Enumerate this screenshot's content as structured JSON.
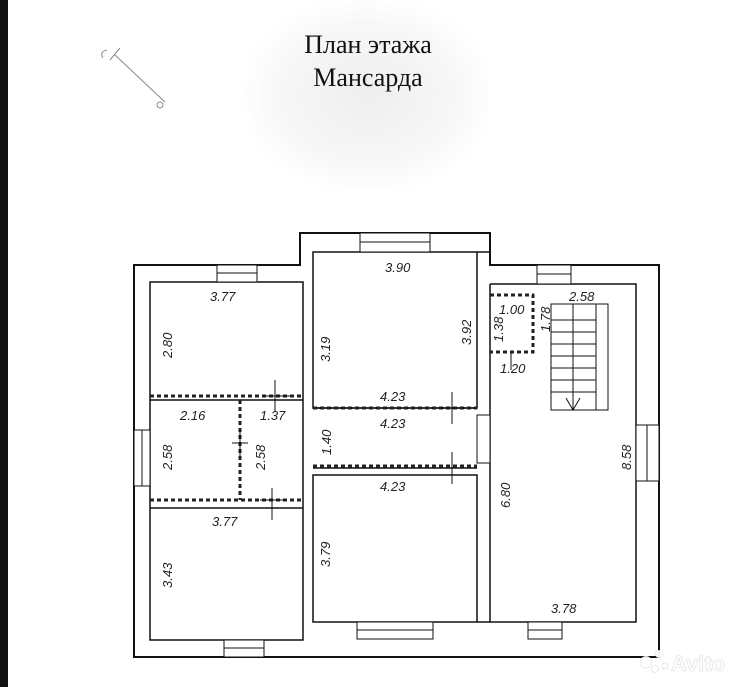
{
  "title": {
    "line1": "План этажа",
    "line2": "Мансарда"
  },
  "dimensions": {
    "room_top_left_width": "3.77",
    "room_top_left_height": "2.80",
    "room_top_mid_width": "3.90",
    "room_top_mid_height_left": "3.19",
    "room_top_mid_height_right": "3.92",
    "small_room_width": "1.00",
    "small_room_height_left": "1.38",
    "small_room_height_right": "1.78",
    "small_room_bottom": "1.20",
    "stair_width": "2.58",
    "corridor_upper": "4.23",
    "corridor_mid": "4.23",
    "corridor_lower": "4.23",
    "corridor_width": "1.40",
    "room_mid_left_width": "2.16",
    "room_mid_left_height": "2.58",
    "room_mid_small_width": "1.37",
    "room_mid_small_height": "2.58",
    "room_bottom_left_width": "3.77",
    "room_bottom_left_height": "3.43",
    "room_bottom_mid_height": "3.79",
    "hall_height": "6.80",
    "hall_right_height": "8.58",
    "hall_bottom_width": "3.78"
  },
  "watermark": {
    "brand": "Avito",
    "icon": "avito-dots-icon"
  },
  "colors": {
    "wall": "#111111",
    "dashed_partition": "#222222",
    "text": "#222222"
  }
}
